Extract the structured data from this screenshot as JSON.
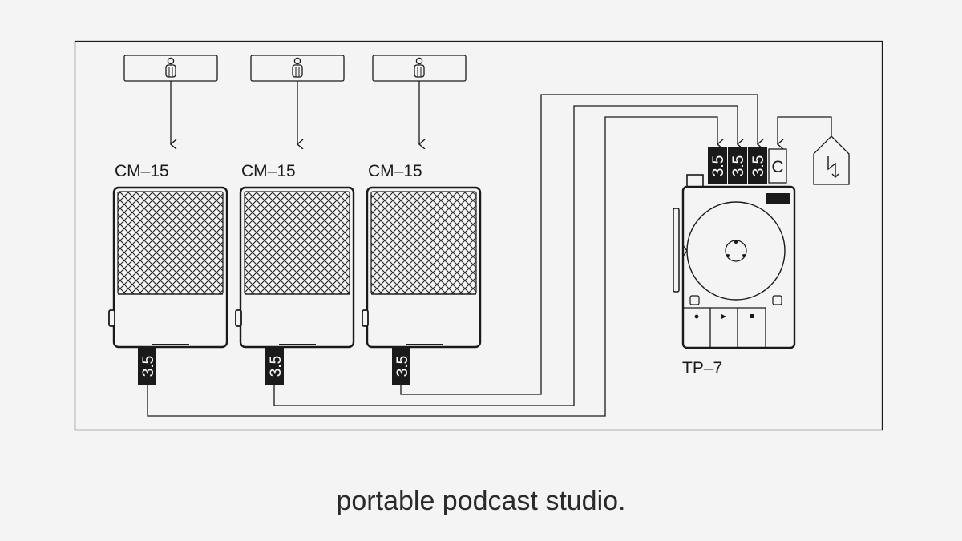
{
  "diagram": {
    "mics": [
      {
        "label": "CM–15",
        "jack": "3.5"
      },
      {
        "label": "CM–15",
        "jack": "3.5"
      },
      {
        "label": "CM–15",
        "jack": "3.5"
      }
    ],
    "recorder": {
      "label": "TP–7",
      "inputs": [
        "3.5",
        "3.5",
        "3.5"
      ],
      "power_port": "C"
    },
    "icons": {
      "speaker": "person-icon",
      "power": "lightning-icon",
      "transport": [
        "record-icon",
        "play-icon",
        "stop-icon"
      ]
    },
    "colors": {
      "line": "#1a1a1a",
      "jack_fill": "#1a1a1a",
      "background": "#f4f4f4"
    }
  },
  "caption": "portable podcast studio."
}
